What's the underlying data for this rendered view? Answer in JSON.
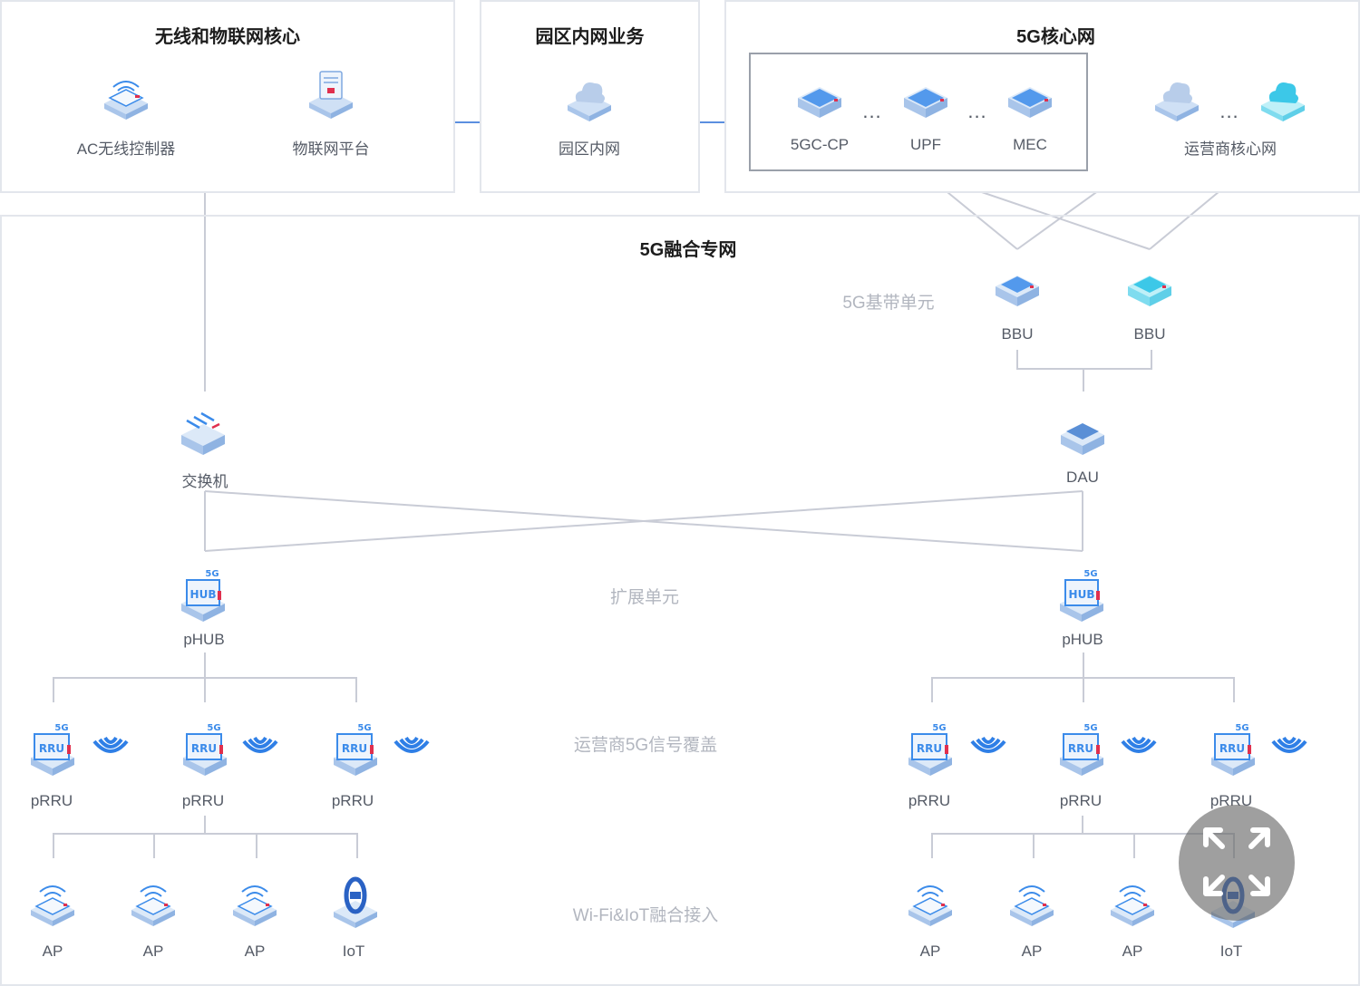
{
  "panels": {
    "wireless_core": {
      "title": "无线和物联网核心"
    },
    "campus": {
      "title": "园区内网业务"
    },
    "core5g": {
      "title": "5G核心网"
    },
    "private5g": {
      "title": "5G融合专网"
    }
  },
  "nodes": {
    "ac_controller": "AC无线控制器",
    "iot_platform": "物联网平台",
    "intranet": "园区内网",
    "c5g_cp": "5GC-CP",
    "upf": "UPF",
    "mec": "MEC",
    "carrier_core": "运营商核心网",
    "bbu": "BBU",
    "switch": "交换机",
    "dau": "DAU",
    "phub": "pHUB",
    "prru": "pRRU",
    "ap": "AP",
    "iot": "IoT"
  },
  "ellipsis": "...",
  "zones": {
    "baseband": "5G基带单元",
    "extension": "扩展单元",
    "coverage": "运营商5G信号覆盖",
    "access": "Wi-Fi&IoT融合接入"
  },
  "colors": {
    "line": "#c9ccd6",
    "device_face": "#dce9f8",
    "device_accent": "#3b8bea",
    "device_cyan": "#3cc8e8",
    "signal": "#2f7fe6",
    "marker_red": "#e0304e"
  },
  "controls": {
    "expand_icon": "expand-arrows-icon"
  }
}
